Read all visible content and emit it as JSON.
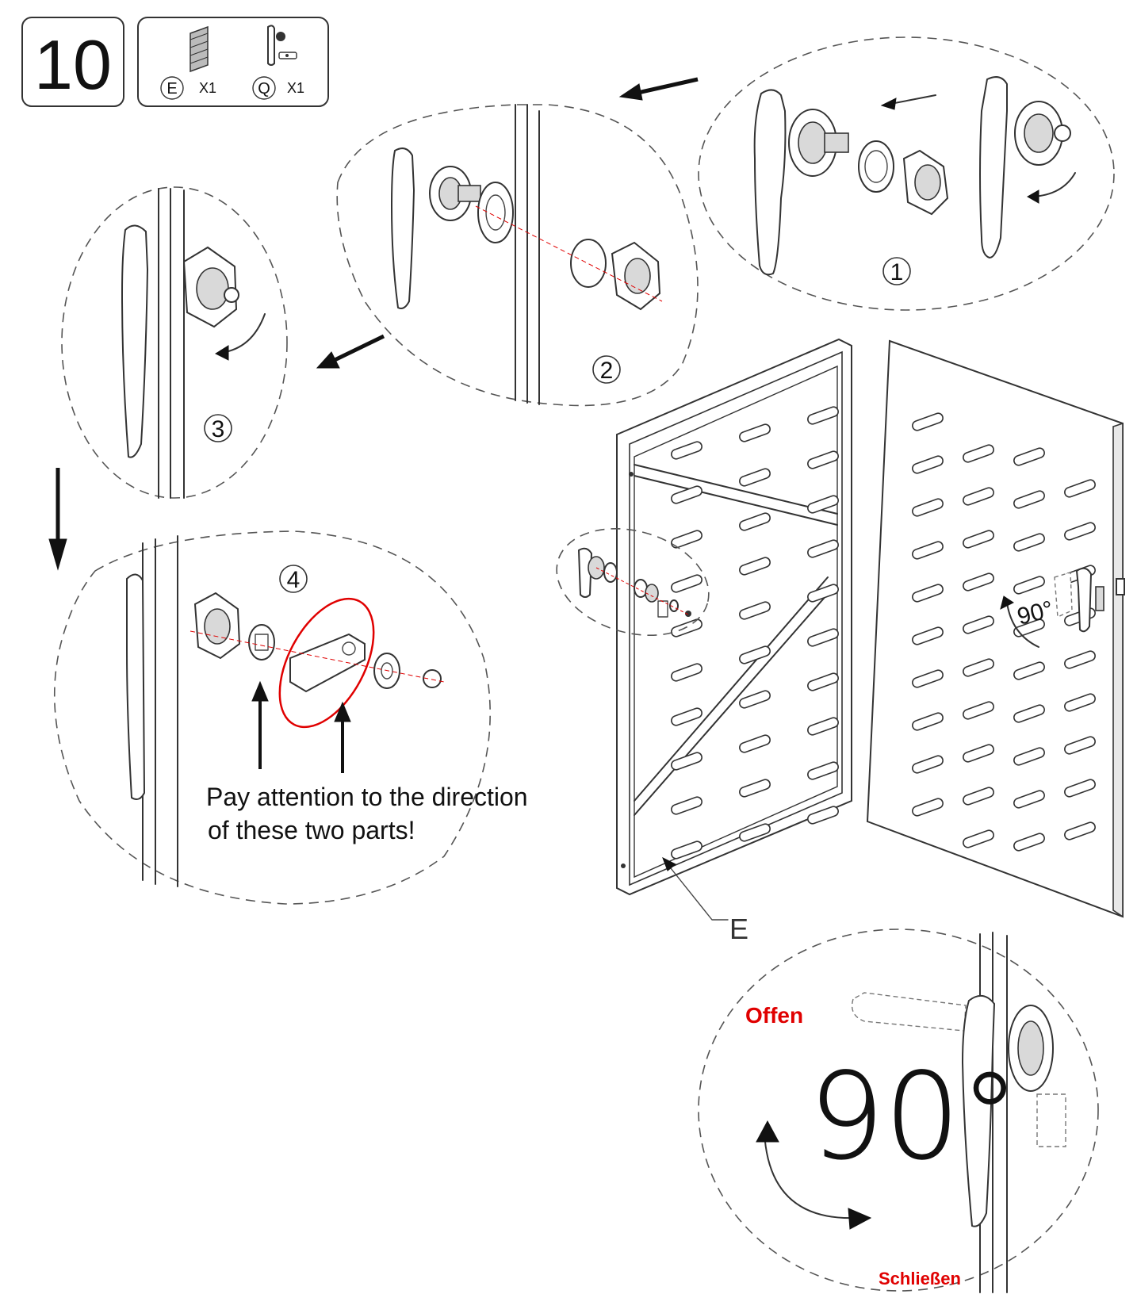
{
  "step": {
    "number": "10"
  },
  "parts": [
    {
      "letter": "E",
      "qty": "X1",
      "icon": "panel-icon"
    },
    {
      "letter": "Q",
      "qty": "X1",
      "icon": "handle-lock-icon"
    }
  ],
  "substeps": [
    "1",
    "2",
    "3",
    "4"
  ],
  "note": {
    "line1": "Pay attention to the direction",
    "line2": "of these two parts!"
  },
  "angle_small": "90°",
  "angle_large": "90°",
  "label_panel": "E",
  "label_open": "Offen",
  "label_close": "Schließen",
  "colors": {
    "red_annotation": "#e00000",
    "line": "#333333"
  }
}
